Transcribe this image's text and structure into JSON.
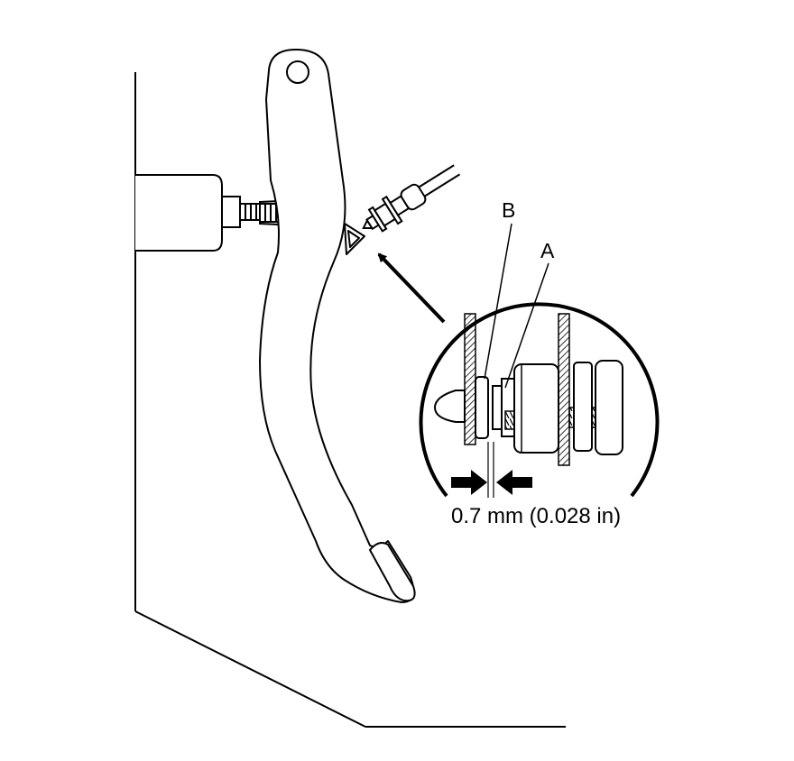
{
  "labels": {
    "a": "A",
    "b": "B",
    "clearance": "0.7 mm (0.028 in)"
  },
  "colors": {
    "line": "#000000",
    "background": "#ffffff"
  },
  "components": {
    "pedal": "brake-pedal",
    "pushrod": "master-cylinder-pushrod",
    "switch": "brake-pedal-position-switch",
    "detail": "switch-clearance-detail"
  }
}
